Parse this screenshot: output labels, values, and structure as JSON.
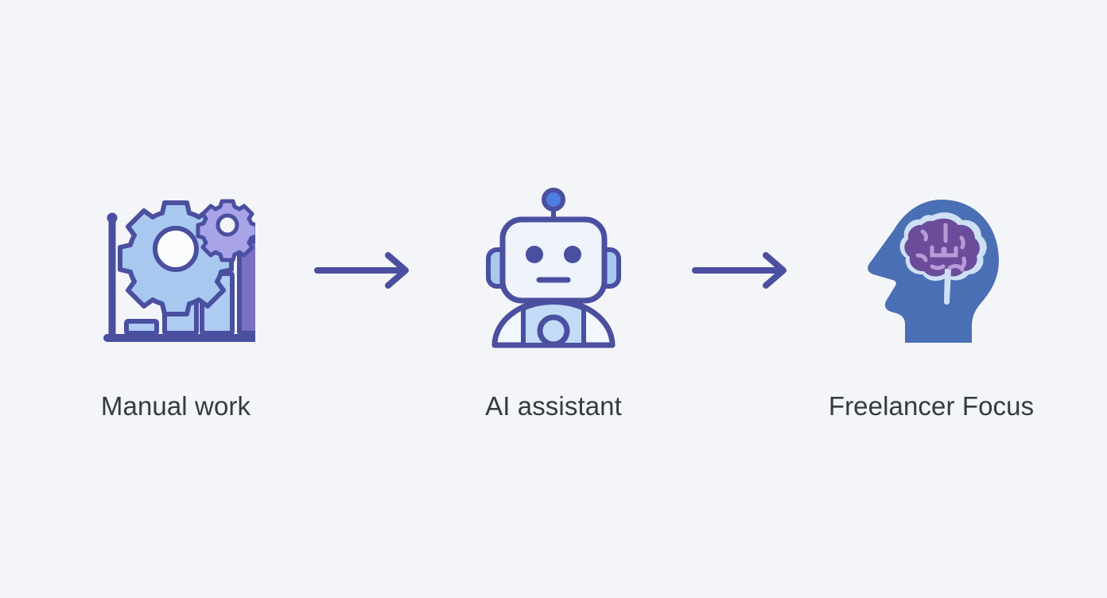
{
  "diagram": {
    "title": "Manual work to AI assistant to Freelancer Focus flow",
    "background_color": "#F4F5F8",
    "label_color": "#343A40",
    "arrow_color": "#4A4FA0",
    "stages": [
      {
        "label": "Manual work",
        "icon": "bar-chart-gears-icon",
        "icon_colors": {
          "stroke": "#4A4FA0",
          "gear_fill": "#A8C8F0",
          "small_gear_fill": "#A9A4E8",
          "bar_fill": "#AECBF2",
          "tall_bar_fill": "#7B6FC4"
        },
        "chart_bars": [
          1,
          2,
          3,
          4
        ]
      },
      {
        "label": "AI assistant",
        "icon": "robot-icon",
        "icon_colors": {
          "stroke": "#4A4FA0",
          "head_fill": "#EEF3FC",
          "ear_fill": "#A8C8F0",
          "neck_fill": "#4D7FE0",
          "body_fill": "#C3DBF7",
          "shoulder_fill": "#F2F6FD",
          "antenna_fill": "#4D7FE0"
        }
      },
      {
        "label": "Freelancer Focus",
        "icon": "head-brain-icon",
        "icon_colors": {
          "head_fill": "#4A6FB5",
          "brain_fill": "#6B4C9A",
          "brain_outline": "#CFE0F5",
          "fold_color": "#B79BD8"
        }
      }
    ],
    "connectors": [
      {
        "icon": "arrow-right-icon"
      },
      {
        "icon": "arrow-right-icon"
      }
    ]
  }
}
